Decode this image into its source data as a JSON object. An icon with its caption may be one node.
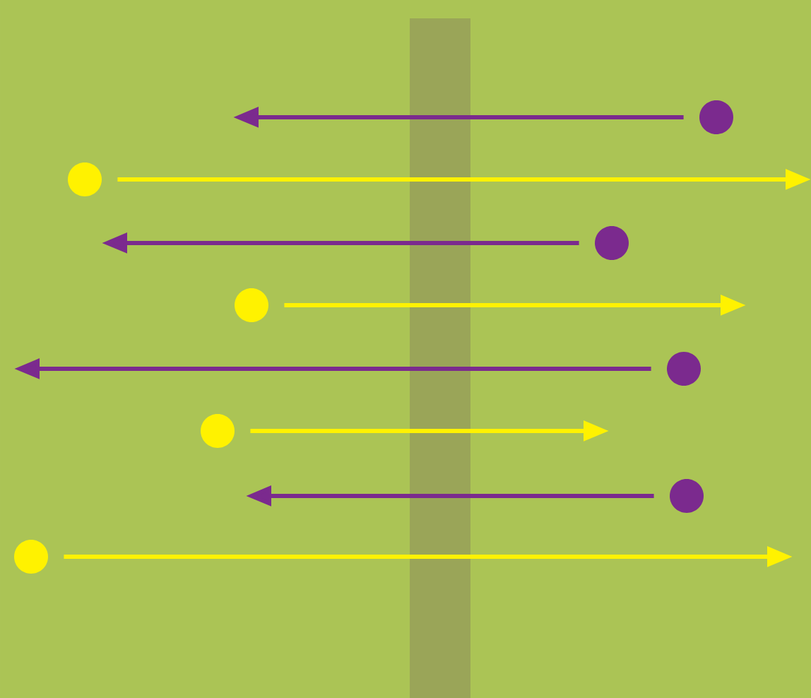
{
  "diagram": {
    "nodes": [
      {
        "text": [],
        "shape": "circle"
      },
      {
        "text": [],
        "shape": "circle"
      },
      {
        "text": [],
        "shape": "circle"
      },
      {
        "text": [],
        "shape": "circle"
      },
      {
        "text": [],
        "shape": "circle"
      },
      {
        "text": [],
        "shape": "circle"
      },
      {
        "text": [],
        "shape": "circle"
      },
      {
        "text": [],
        "shape": "circle"
      },
      {
        "text": [],
        "shape": "bar"
      }
    ],
    "edges": [
      {
        "from": 0,
        "to": null,
        "arrow": "to",
        "color": "#7b2a8e"
      },
      {
        "from": 1,
        "to": null,
        "arrow": "to",
        "color": "#fff200"
      },
      {
        "from": 2,
        "to": null,
        "arrow": "to",
        "color": "#7b2a8e"
      },
      {
        "from": 3,
        "to": null,
        "arrow": "to",
        "color": "#fff200"
      },
      {
        "from": 4,
        "to": null,
        "arrow": "to",
        "color": "#7b2a8e"
      },
      {
        "from": 5,
        "to": null,
        "arrow": "to",
        "color": "#fff200"
      },
      {
        "from": 6,
        "to": null,
        "arrow": "to",
        "color": "#7b2a8e"
      },
      {
        "from": 7,
        "to": null,
        "arrow": "to",
        "color": "#fff200"
      }
    ]
  }
}
